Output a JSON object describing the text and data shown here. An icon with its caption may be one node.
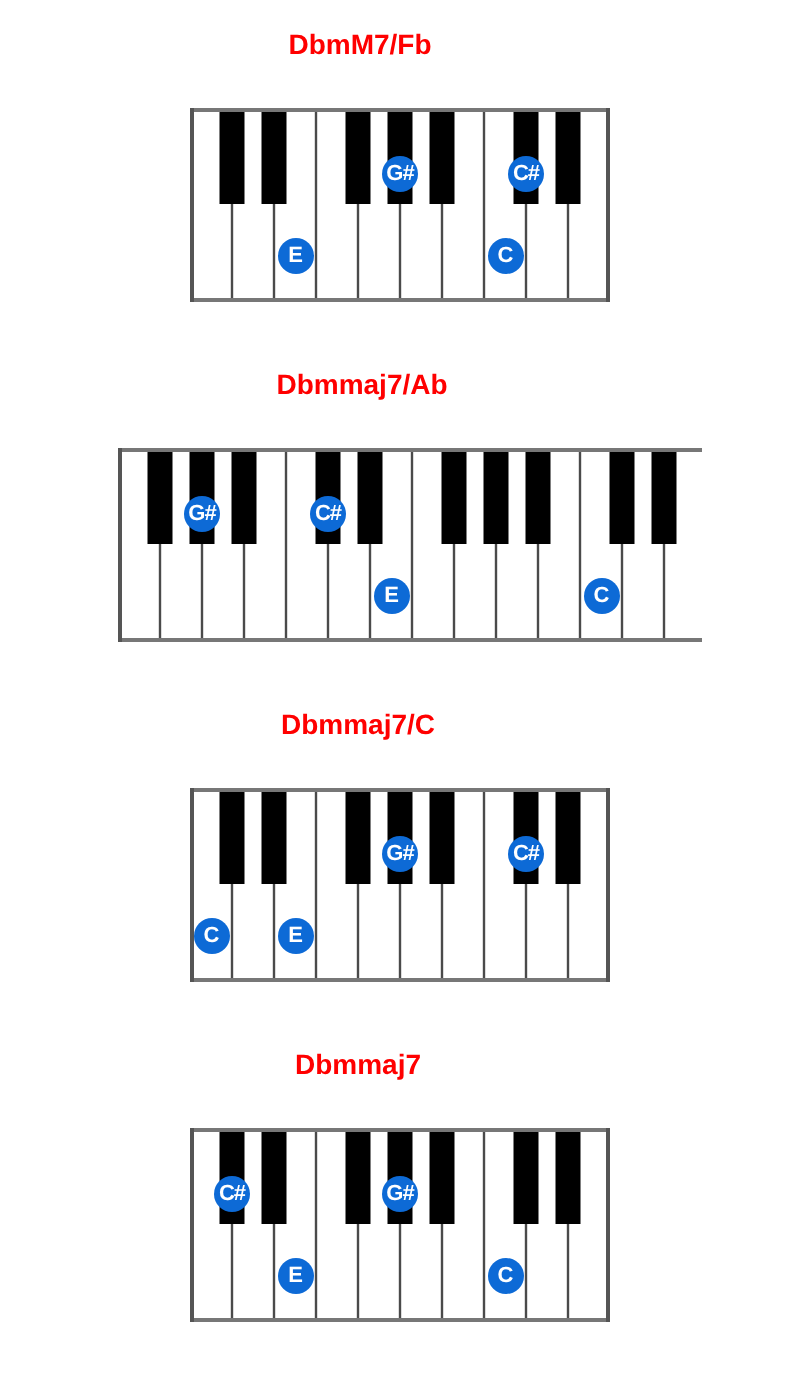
{
  "diagram": {
    "nodes": [
      {
        "text": [
          "DbmM7/Fb"
        ]
      },
      {
        "text": [
          "G#"
        ],
        "in": 0
      },
      {
        "text": [
          "C#"
        ],
        "in": 0
      },
      {
        "text": [
          "E"
        ],
        "in": 0
      },
      {
        "text": [
          "C"
        ],
        "in": 0
      },
      {
        "text": [
          "Dbmmaj7/Ab"
        ]
      },
      {
        "text": [
          "G#"
        ],
        "in": 5
      },
      {
        "text": [
          "C#"
        ],
        "in": 5
      },
      {
        "text": [
          "E"
        ],
        "in": 5
      },
      {
        "text": [
          "C"
        ],
        "in": 5
      },
      {
        "text": [
          "Dbmmaj7/C"
        ]
      },
      {
        "text": [
          "G#"
        ],
        "in": 10
      },
      {
        "text": [
          "C#"
        ],
        "in": 10
      },
      {
        "text": [
          "C"
        ],
        "in": 10
      },
      {
        "text": [
          "E"
        ],
        "in": 10
      },
      {
        "text": [
          "Dbmmaj7"
        ]
      },
      {
        "text": [
          "C#"
        ],
        "in": 15
      },
      {
        "text": [
          "G#"
        ],
        "in": 15
      },
      {
        "text": [
          "E"
        ],
        "in": 15
      },
      {
        "text": [
          "C"
        ],
        "in": 15
      }
    ],
    "edges": []
  }
}
